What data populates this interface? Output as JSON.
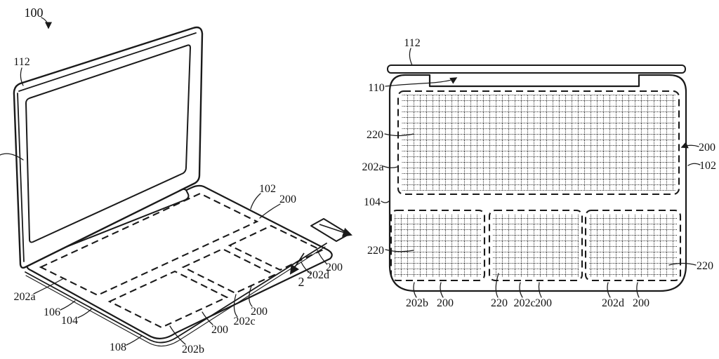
{
  "figure": {
    "kind": "patent-line-drawing",
    "colors": {
      "ink": "#1a1a1a",
      "paper": "#ffffff",
      "dot_grid": "#2f2f2f"
    }
  },
  "labels": {
    "l100": "100",
    "l112": "112",
    "l102": "102",
    "l104": "104",
    "l106": "106",
    "l108": "108",
    "l110": "110",
    "l200": "200",
    "l202a": "202a",
    "l202b": "202b",
    "l202c": "202c",
    "l202d": "202d",
    "l220": "220",
    "l2": "2"
  }
}
